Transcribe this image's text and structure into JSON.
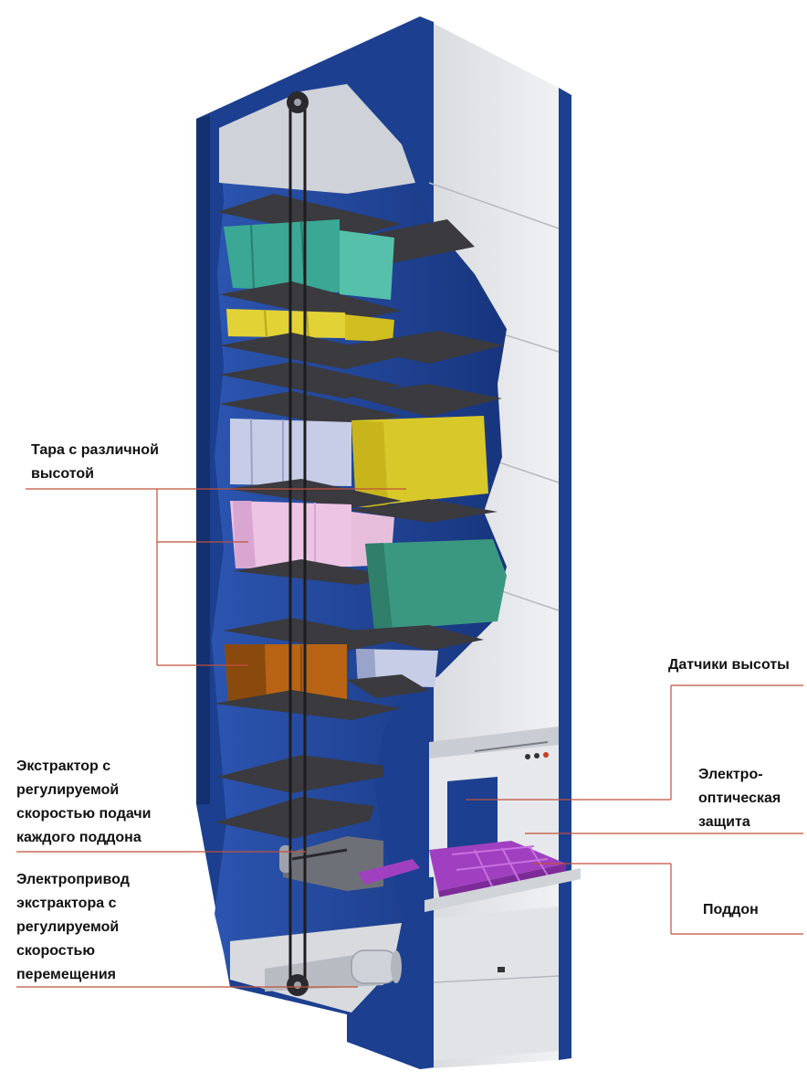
{
  "labels": {
    "containers": "Тара с различной\nвысотой",
    "height_sensors": "Датчики высоты",
    "optical_protection": "Электро-\nоптическая\nзащита",
    "tray": "Поддон",
    "extractor": "Экстрактор с\nрегулируемой\nскоростью подачи\nкаждого поддона",
    "drive": "Электропривод\nэкстрактора с\nрегулируемой\nскоростью\nперемещения"
  },
  "colors": {
    "frame_blue": "#1c3f8f",
    "panel_grey": "#e4e5e8",
    "shelf_dark": "#3a3a3f",
    "teal": "#3aa894",
    "yellow": "#d8c82a",
    "lavender": "#c7cde6",
    "pink": "#eec4e4",
    "orange": "#b86414",
    "tray_purple": "#a040c0",
    "leader_line": "#c0503a"
  }
}
